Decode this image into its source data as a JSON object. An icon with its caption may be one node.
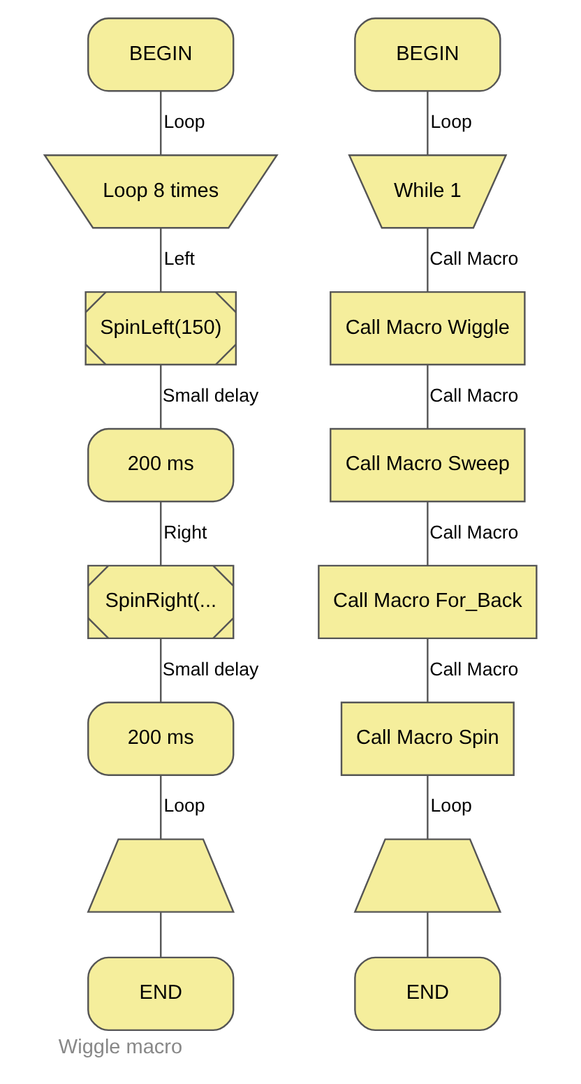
{
  "diagram": {
    "caption": "Wiggle macro",
    "nodes": [
      {
        "text": [
          "BEGIN"
        ]
      },
      {
        "text": [
          "Loop 8 times"
        ]
      },
      {
        "text": [
          "SpinLeft(150)"
        ]
      },
      {
        "text": [
          "200 ms"
        ]
      },
      {
        "text": [
          "SpinRight(..."
        ]
      },
      {
        "text": [
          "200 ms"
        ]
      },
      {
        "text": [],
        "shape": "trapezium"
      },
      {
        "text": [
          "END"
        ]
      },
      {
        "text": [
          "BEGIN"
        ]
      },
      {
        "text": [
          "While 1"
        ]
      },
      {
        "text": [
          "Call Macro Wiggle"
        ]
      },
      {
        "text": [
          "Call Macro Sweep"
        ]
      },
      {
        "text": [
          "Call Macro For_Back"
        ]
      },
      {
        "text": [
          "Call Macro Spin"
        ]
      },
      {
        "text": [],
        "shape": "trapezium"
      },
      {
        "text": [
          "END"
        ]
      }
    ],
    "edges": [
      {
        "from": 0,
        "to": 1,
        "arrow": "none",
        "label": "Loop"
      },
      {
        "from": 1,
        "to": 2,
        "arrow": "none",
        "label": "Left"
      },
      {
        "from": 2,
        "to": 3,
        "arrow": "none",
        "label": "Small delay"
      },
      {
        "from": 3,
        "to": 4,
        "arrow": "none",
        "label": "Right"
      },
      {
        "from": 4,
        "to": 5,
        "arrow": "none",
        "label": "Small delay"
      },
      {
        "from": 5,
        "to": 6,
        "arrow": "none",
        "label": "Loop"
      },
      {
        "from": 6,
        "to": 7,
        "arrow": "none"
      },
      {
        "from": 8,
        "to": 9,
        "arrow": "none",
        "label": "Loop"
      },
      {
        "from": 10,
        "to": 11,
        "arrow": "none",
        "label": "Call Macro"
      },
      {
        "from": 11,
        "to": 12,
        "arrow": "none",
        "label": "Call Macro"
      },
      {
        "from": 12,
        "to": 13,
        "arrow": "none",
        "label": "Call Macro"
      },
      {
        "from": 9,
        "to": 10,
        "arrow": "none",
        "label": "Call Macro"
      },
      {
        "from": 13,
        "to": 14,
        "arrow": "none",
        "label": "Loop"
      },
      {
        "from": 14,
        "to": 15,
        "arrow": "none"
      }
    ]
  }
}
